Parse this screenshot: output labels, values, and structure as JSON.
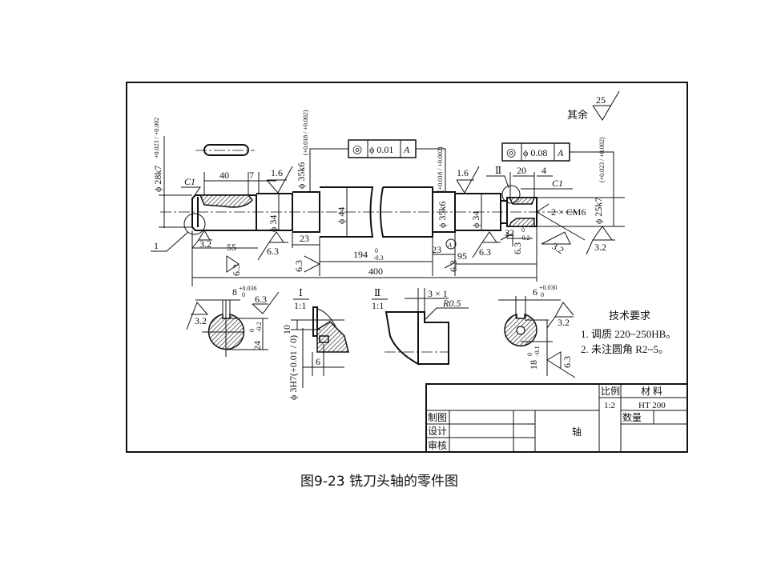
{
  "drawing": {
    "general_roughness": {
      "label": "其余",
      "value": "25"
    },
    "tolerance_frames": [
      {
        "symbol": "◎",
        "value": "ϕ 0.01",
        "datum": "A"
      },
      {
        "symbol": "◎",
        "value": "ϕ 0.08",
        "datum": "A"
      }
    ],
    "dimensions": {
      "d28": "ϕ 28k7",
      "d28_tol": "+0.023 / +0.002",
      "c1_left": "C1",
      "len40": "40",
      "len7": "7",
      "d35_left": "ϕ 35k6",
      "d35_tol": "(+0.018 / +0.002)",
      "d34_left": "ϕ 34",
      "d44": "ϕ 44",
      "d35_right": "ϕ 35k6",
      "d34_right": "ϕ 34",
      "len23_left": "23",
      "len55": "55",
      "len194": "194",
      "len194_tol_up": "0",
      "len194_tol_low": "-0.3",
      "len400": "400",
      "len23_right": "23",
      "len95": "95",
      "len20": "20",
      "len4": "4",
      "c1_right": "C1",
      "thread": "2 × CM6",
      "len32": "32",
      "len32_tol_up": "0",
      "len32_tol_low": "-0.2",
      "d25": "ϕ 25k7",
      "d25_tol": "(+0.023 / +0.002)",
      "detail_ref_1": "1",
      "detail_ref_2": "Ⅱ",
      "datum_A": "A"
    },
    "roughness": [
      "1.6",
      "3.2",
      "6.3",
      "6.3",
      "6.3",
      "1.6",
      "6.3",
      "6.3",
      "6.3",
      "3.2",
      "3.2"
    ],
    "section_left": {
      "key_width": "8",
      "key_tol_up": "+0.036",
      "key_tol_low": "0",
      "depth": "24",
      "depth_tol_up": "0",
      "depth_tol_low": "-0.2",
      "ra_left": "3.2",
      "ra_right": "6.3"
    },
    "detail_1": {
      "title": "Ⅰ",
      "scale": "1:1",
      "len10": "10",
      "len6": "6",
      "hole": "ϕ 3H7(+0.01 / 0)"
    },
    "detail_2": {
      "title": "Ⅱ",
      "scale": "1:1",
      "groove": "3 × 1",
      "radius": "R0.5"
    },
    "section_right": {
      "key_width": "6",
      "key_tol_up": "+0.030",
      "key_tol_low": "0",
      "depth": "18",
      "depth_tol_up": "0",
      "depth_tol_low": "-0.1",
      "ra_top": "3.2",
      "ra_bottom": "6.3"
    },
    "tech_requirements": {
      "title": "技术要求",
      "items": [
        "1. 调质 220~250HB。",
        "2. 未注圆角 R2~5。"
      ]
    }
  },
  "title_block": {
    "scale_label": "比例",
    "scale_value": "1:2",
    "material_label": "材  料",
    "material_value": "HT 200",
    "quantity_label": "数量",
    "drawn_label": "制图",
    "design_label": "设计",
    "review_label": "审核",
    "part_name": "轴"
  },
  "caption": "图9-23  铣刀头轴的零件图"
}
